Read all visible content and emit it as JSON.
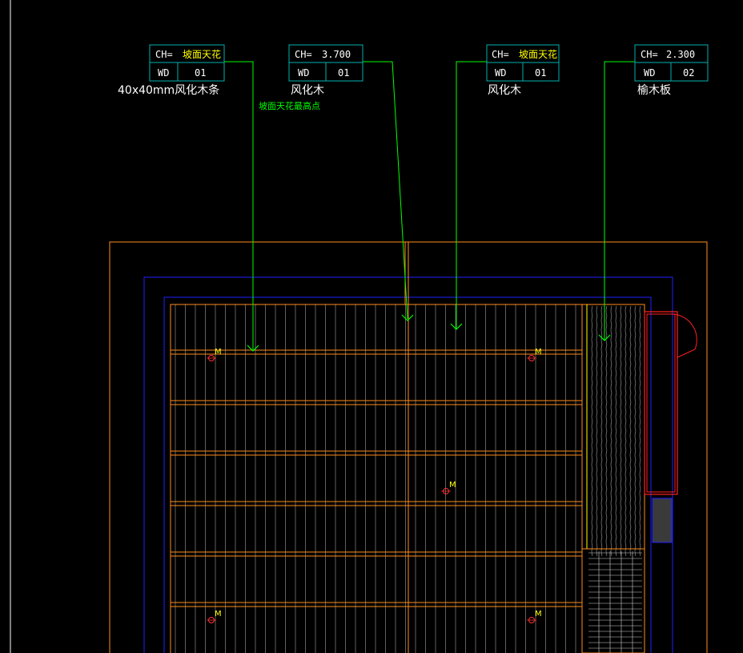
{
  "drawing": {
    "colors": {
      "background": "#000000",
      "tag_border": "#00b0b0",
      "leader": "#00ff00",
      "outer_wall": "#ff8c1a",
      "blue_line": "#2020ff",
      "ceiling_batten": "#ff8c1a",
      "slat_line": "#d8d8d8",
      "wood_panel": "#a0a0a0",
      "marker": "#ff3030",
      "marker_text": "#ffff00",
      "door": "#ff2020"
    },
    "tags": [
      {
        "ch_label": "CH=",
        "ch_value": "坡面天花",
        "wd_label": "WD",
        "wd_value": "01",
        "material": "40x40mm风化木条"
      },
      {
        "ch_label": "CH=",
        "ch_value": "3.700",
        "wd_label": "WD",
        "wd_value": "01",
        "material": "风化木"
      },
      {
        "ch_label": "CH=",
        "ch_value": "坡面天花",
        "wd_label": "WD",
        "wd_value": "01",
        "material": "风化木"
      },
      {
        "ch_label": "CH=",
        "ch_value": "2.300",
        "wd_label": "WD",
        "wd_value": "02",
        "material": "榆木板"
      }
    ],
    "note": "坡面天花最高点",
    "light_marker_label": "M",
    "light_markers": [
      {
        "symbol": "light-fixture",
        "label": "M"
      },
      {
        "symbol": "light-fixture",
        "label": "M"
      },
      {
        "symbol": "light-fixture",
        "label": "M"
      },
      {
        "symbol": "light-fixture",
        "label": "M"
      },
      {
        "symbol": "light-fixture",
        "label": "M"
      }
    ]
  }
}
